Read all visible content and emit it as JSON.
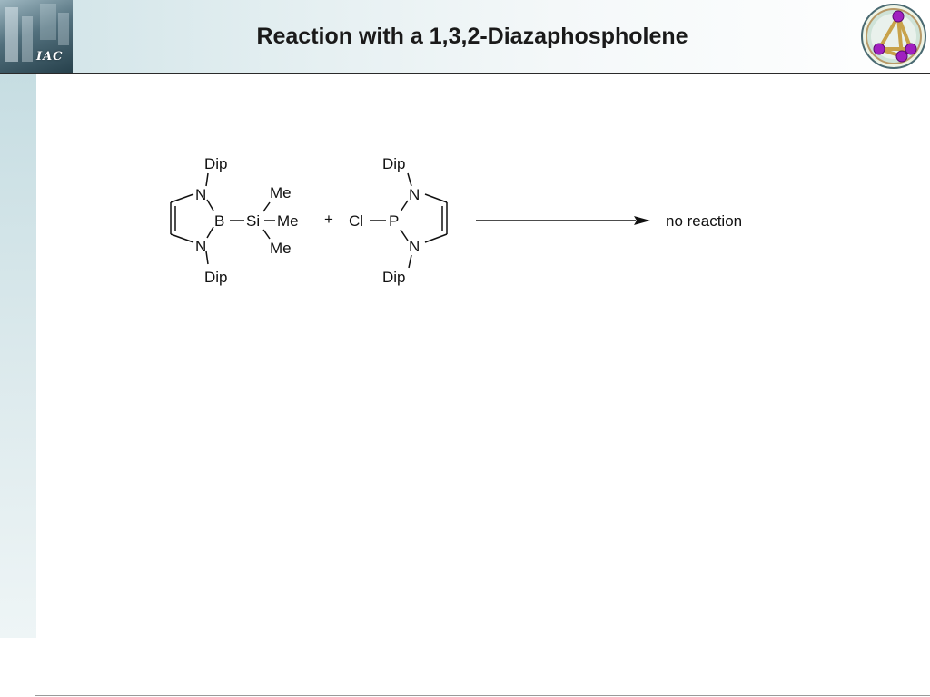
{
  "slide": {
    "title": "Reaction with a 1,3,2-Diazaphospholene",
    "logo_left": {
      "text": "IAC",
      "icon": "iac-building-logo"
    },
    "logo_right": {
      "icon": "p4-tetrahedron-seal"
    }
  },
  "scheme": {
    "reactant1": {
      "dip_top": "Dip",
      "n_top": "N",
      "boron": "B",
      "silicon": "Si",
      "me_top": "Me",
      "me_right": "Me",
      "me_bottom": "Me",
      "n_bottom": "N",
      "dip_bottom": "Dip"
    },
    "plus": "+",
    "reactant2": {
      "dip_top": "Dip",
      "n_top": "N",
      "chlorine": "Cl",
      "phosphorus": "P",
      "n_bottom": "N",
      "dip_bottom": "Dip"
    },
    "arrow_icon": "reaction-arrow-right",
    "product": "no reaction"
  },
  "colors": {
    "header_gradient_start": "#cfe3e7",
    "sidebar": "#d3e5e9",
    "seal_atoms": "#a020c0"
  }
}
